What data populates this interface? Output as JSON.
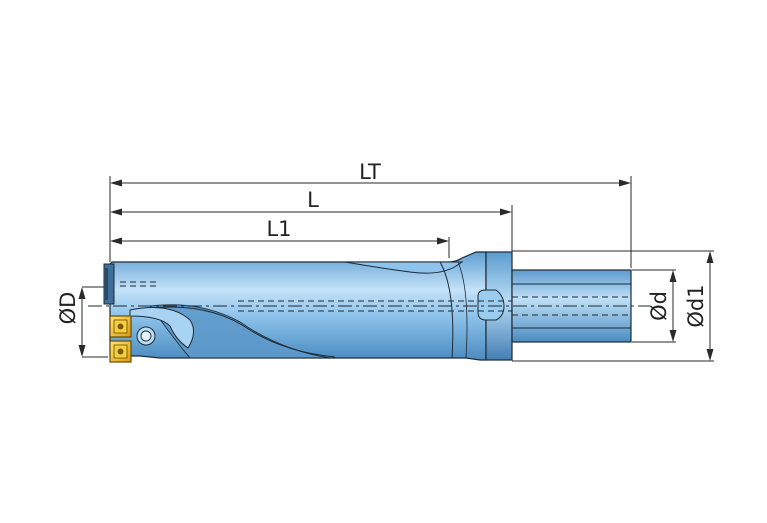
{
  "labels": {
    "lt": "LT",
    "l": "L",
    "l1": "L1",
    "d_outer": "ØD",
    "d_shank": "Ød",
    "d_collar": "Ød1"
  },
  "colors": {
    "body": "#7ab6e4",
    "body_light": "#c8e3f8",
    "body_dark": "#4d8fc4",
    "insert": "#f2c230",
    "insert_dark": "#a07810",
    "outline": "#1f2a33",
    "text": "#222222"
  }
}
